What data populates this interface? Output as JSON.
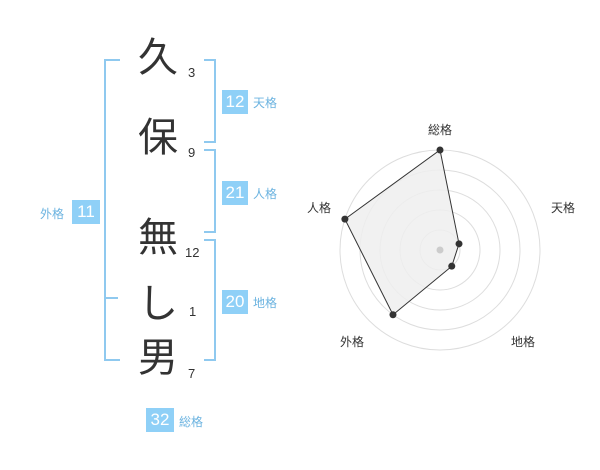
{
  "name_chars": [
    {
      "char": "久",
      "strokes": "3"
    },
    {
      "char": "保",
      "strokes": "9"
    },
    {
      "char": "無",
      "strokes": "12"
    },
    {
      "char": "し",
      "strokes": "1"
    },
    {
      "char": "男",
      "strokes": "7"
    }
  ],
  "fortunes": {
    "tenkaku": {
      "value": "12",
      "label": "天格"
    },
    "jinkaku": {
      "value": "21",
      "label": "人格"
    },
    "chikaku": {
      "value": "20",
      "label": "地格"
    },
    "gaikaku": {
      "value": "11",
      "label": "外格"
    },
    "soukaku": {
      "value": "32",
      "label": "総格"
    }
  },
  "colors": {
    "accent": "#8fd0f7",
    "bracket": "#8fc9ef",
    "label": "#6bb3e0",
    "text": "#333333",
    "grid": "#dddddd",
    "radar_fill": "#eeeeee"
  },
  "chart_data": {
    "type": "radar",
    "axes": [
      "総格",
      "天格",
      "地格",
      "外格",
      "人格"
    ],
    "values": [
      5,
      1,
      1,
      4,
      5
    ],
    "range": [
      0,
      5
    ],
    "rings": 5
  }
}
